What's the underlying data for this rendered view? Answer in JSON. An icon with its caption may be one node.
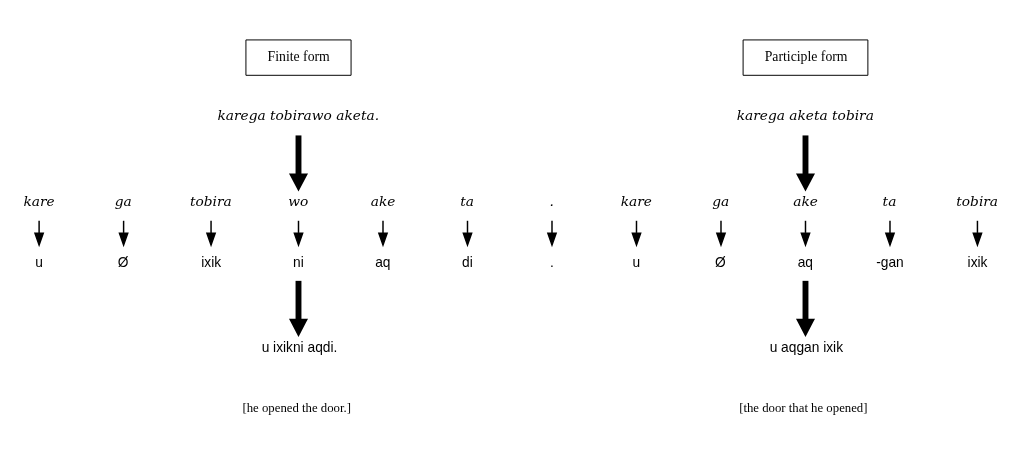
{
  "diagram": {
    "nodes": [
      {
        "text": [
          "Finite form"
        ]
      },
      {
        "text": [
          "karega tobirawo aketa."
        ]
      },
      {
        "text": [
          "kare"
        ]
      },
      {
        "text": [
          "ga"
        ]
      },
      {
        "text": [
          "tobira"
        ]
      },
      {
        "text": [
          "wo"
        ]
      },
      {
        "text": [
          "ake"
        ]
      },
      {
        "text": [
          "ta"
        ]
      },
      {
        "text": [
          "."
        ]
      },
      {
        "text": [
          "u"
        ]
      },
      {
        "text": [
          "Ø"
        ]
      },
      {
        "text": [
          "ixik"
        ]
      },
      {
        "text": [
          "ni"
        ]
      },
      {
        "text": [
          "aq"
        ]
      },
      {
        "text": [
          "di"
        ]
      },
      {
        "text": [
          "."
        ]
      },
      {
        "text": [
          "u ixikni aqdi."
        ]
      },
      {
        "text": [
          "Participle form"
        ]
      },
      {
        "text": [
          "karega aketa tobira"
        ]
      },
      {
        "text": [
          "kare"
        ]
      },
      {
        "text": [
          "ga"
        ]
      },
      {
        "text": [
          "ake"
        ]
      },
      {
        "text": [
          "ta"
        ]
      },
      {
        "text": [
          "tobira"
        ]
      },
      {
        "text": [
          "u"
        ]
      },
      {
        "text": [
          "Ø"
        ]
      },
      {
        "text": [
          "aq"
        ]
      },
      {
        "text": [
          "-gan"
        ]
      },
      {
        "text": [
          "ixik"
        ]
      },
      {
        "text": [
          "u aqgan ixik"
        ]
      }
    ],
    "edges": [
      {
        "from": 1,
        "to": 5,
        "arrow": "to",
        "style": "thick"
      },
      {
        "from": 2,
        "to": 9,
        "arrow": "to"
      },
      {
        "from": 3,
        "to": 10,
        "arrow": "to"
      },
      {
        "from": 4,
        "to": 11,
        "arrow": "to"
      },
      {
        "from": 5,
        "to": 12,
        "arrow": "to"
      },
      {
        "from": 6,
        "to": 13,
        "arrow": "to"
      },
      {
        "from": 7,
        "to": 14,
        "arrow": "to"
      },
      {
        "from": 8,
        "to": 15,
        "arrow": "to"
      },
      {
        "from": 12,
        "to": 16,
        "arrow": "to",
        "style": "thick"
      },
      {
        "from": 18,
        "to": 21,
        "arrow": "to",
        "style": "thick"
      },
      {
        "from": 19,
        "to": 24,
        "arrow": "to"
      },
      {
        "from": 20,
        "to": 25,
        "arrow": "to"
      },
      {
        "from": 21,
        "to": 26,
        "arrow": "to"
      },
      {
        "from": 22,
        "to": 27,
        "arrow": "to"
      },
      {
        "from": 23,
        "to": 28,
        "arrow": "to"
      },
      {
        "from": 26,
        "to": 29,
        "arrow": "to",
        "style": "thick"
      }
    ],
    "labels": [
      "[he opened the door.]",
      "[the door that he opened]"
    ]
  }
}
